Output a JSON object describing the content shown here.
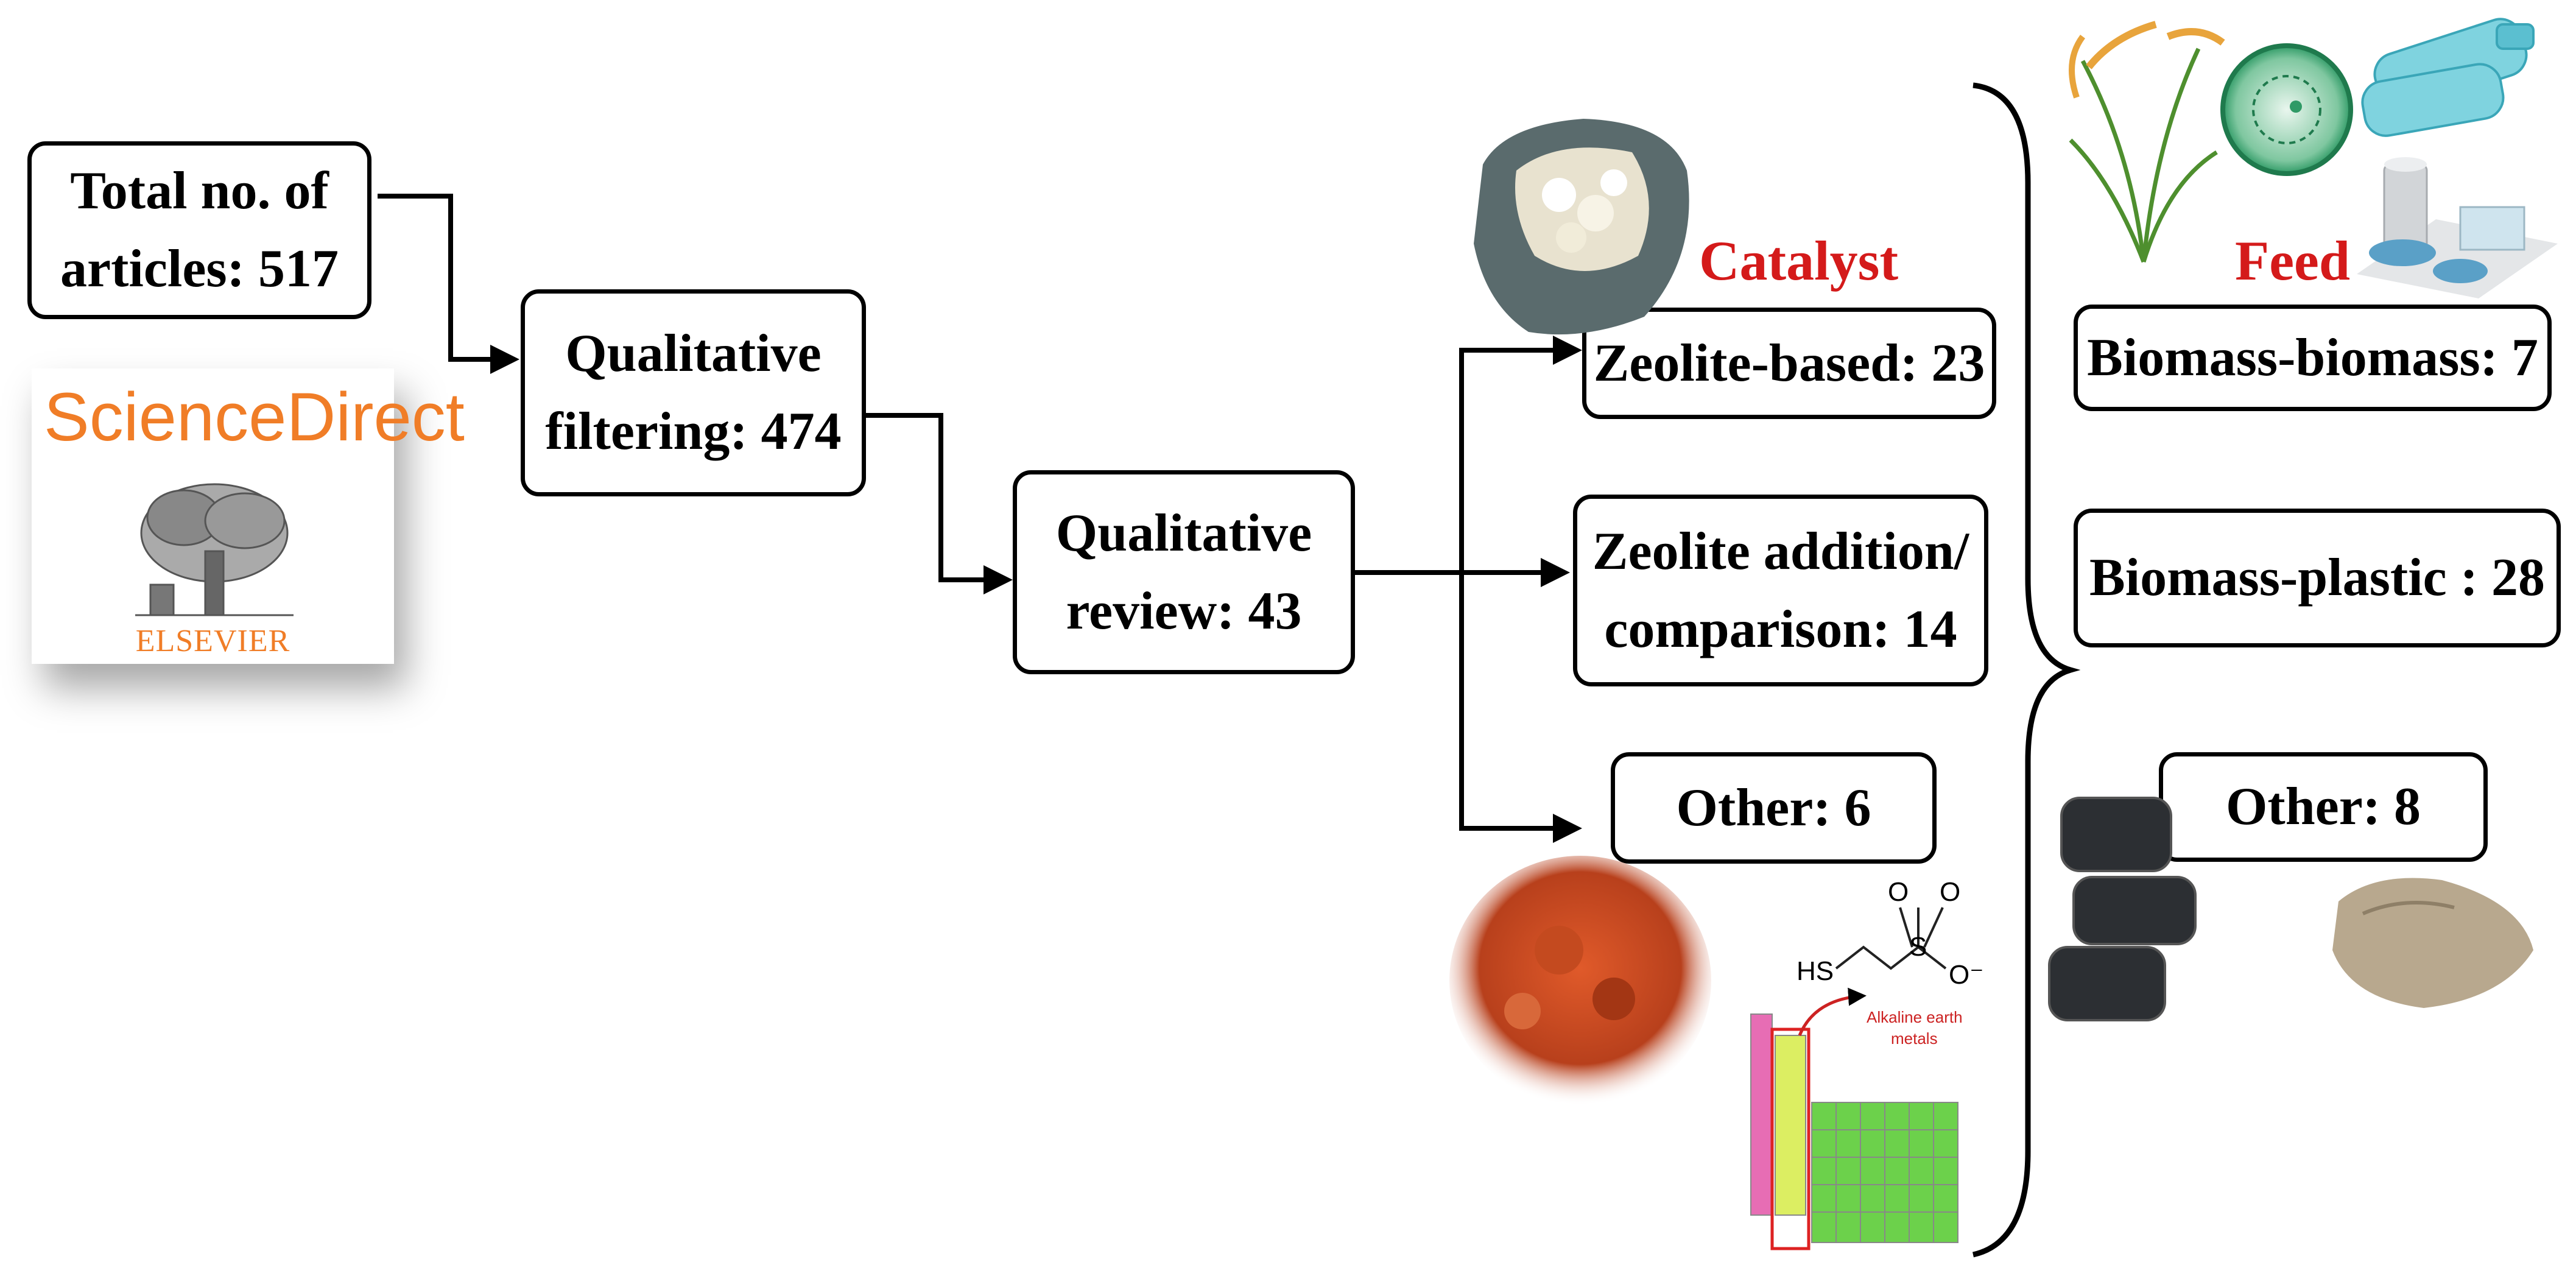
{
  "colors": {
    "box_border": "#000000",
    "label_red": "#d41a1a",
    "sd_orange": "#f07d27"
  },
  "boxes": {
    "total": {
      "line1": "Total no. of",
      "line2": "articles: 517"
    },
    "filtering": {
      "line1": "Qualitative",
      "line2": "filtering: 474"
    },
    "review": {
      "line1": "Qualitative",
      "line2": "review: 43"
    },
    "zeolite_based": {
      "label": "Zeolite-based: 23"
    },
    "zeolite_addition": {
      "line1": "Zeolite addition/",
      "line2": "comparison: 14"
    },
    "catalyst_other": {
      "label": "Other: 6"
    },
    "biomass_biomass": {
      "label": "Biomass-biomass: 7"
    },
    "biomass_plastic": {
      "label": "Biomass-plastic : 28"
    },
    "feed_other": {
      "label": "Other: 8"
    }
  },
  "labels": {
    "catalyst": "Catalyst",
    "feed": "Feed"
  },
  "sciencedirect": {
    "title": "ScienceDirect",
    "publisher": "ELSEVIER"
  },
  "chem": {
    "hs": "HS",
    "s": "S",
    "o1": "O",
    "o2": "O",
    "o_minus": "O⁻",
    "alkaline": "Alkaline earth",
    "metals": "metals"
  },
  "icons": [
    "geode-rock-image",
    "rice-plant-image",
    "algae-cell-image",
    "plastic-bottles-image",
    "industrial-plant-image",
    "red-soil-image",
    "periodic-table-image",
    "tires-image",
    "stone-image"
  ]
}
